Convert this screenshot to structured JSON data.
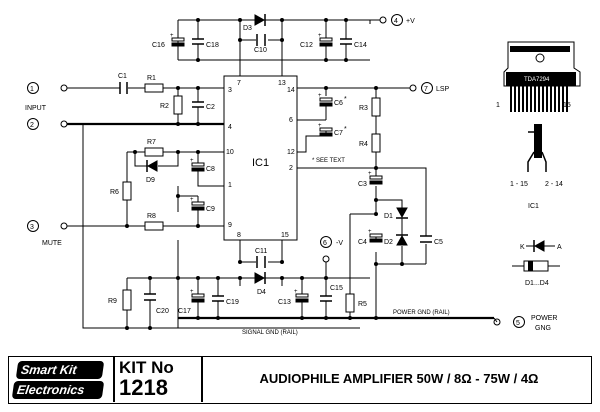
{
  "terminals": {
    "t1": "1",
    "t2": "2",
    "t3": "3",
    "t4": "4",
    "t5": "5",
    "t6": "6",
    "t7": "7",
    "input": "INPUT",
    "mute": "MUTE",
    "vplus": "+V",
    "vminus": "-V",
    "lsp": "LSP",
    "power_gnd_1": "POWER",
    "power_gnd_2": "GNG"
  },
  "rails": {
    "power_gnd": "POWER GND (RAIL)",
    "signal_gnd": "SIGNAL GND (RAIL)"
  },
  "ic": {
    "name": "IC1",
    "pins": [
      "3",
      "4",
      "10",
      "1",
      "9",
      "7",
      "13",
      "14",
      "6",
      "12",
      "2",
      "8",
      "15"
    ],
    "see_text": "* SEE TEXT"
  },
  "components": {
    "c1": "C1",
    "c2": "C2",
    "c3": "C3",
    "c4": "C4",
    "c5": "C5",
    "c6": "C6",
    "c6s": "*",
    "c7": "C7",
    "c7s": "*",
    "c8": "C8",
    "c9": "C9",
    "c10": "C10",
    "c11": "C11",
    "c12": "C12",
    "c13": "C13",
    "c14": "C14",
    "c15": "C15",
    "c16": "C16",
    "c17": "C17",
    "c18": "C18",
    "c19": "C19",
    "c20": "C20",
    "r1": "R1",
    "r2": "R2",
    "r3": "R3",
    "r4": "R4",
    "r5": "R5",
    "r6": "R6",
    "r7": "R7",
    "r8": "R8",
    "r9": "R9",
    "d1": "D1",
    "d2": "D2",
    "d3": "D3",
    "d4": "D4",
    "d9": "D9"
  },
  "package": {
    "part": "TDA7294",
    "pin_first": "1",
    "pin_last": "15",
    "side_left": "1 - 15",
    "side_right": "2 - 14",
    "ic_label": "IC1",
    "diode_k": "K",
    "diode_a": "A",
    "diode_label": "D1...D4"
  },
  "footer": {
    "logo_line1": "Smart Kit",
    "logo_line2": "Electronics",
    "kit_line1": "KIT No",
    "kit_line2": "1218",
    "title": "AUDIOPHILE AMPLIFIER 50W / 8Ω - 75W / 4Ω"
  }
}
